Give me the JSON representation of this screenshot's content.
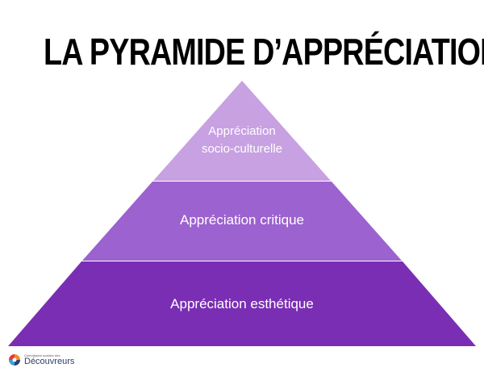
{
  "title": "LA PYRAMIDE D’APPRÉCIATION",
  "tiers": [
    {
      "line1": "Appréciation",
      "line2": "socio-culturelle"
    },
    {
      "label": "Appréciation critique"
    },
    {
      "label": "Appréciation esthétique"
    }
  ],
  "colors": {
    "tier_top": "#c7a1e2",
    "tier_mid": "#9c62cf",
    "tier_bottom": "#7a2eb3",
    "separator": "#ffffff"
  },
  "logo": {
    "small_text": "Commission scolaire des",
    "name": "Découvreurs",
    "icon": "logo-icon"
  }
}
